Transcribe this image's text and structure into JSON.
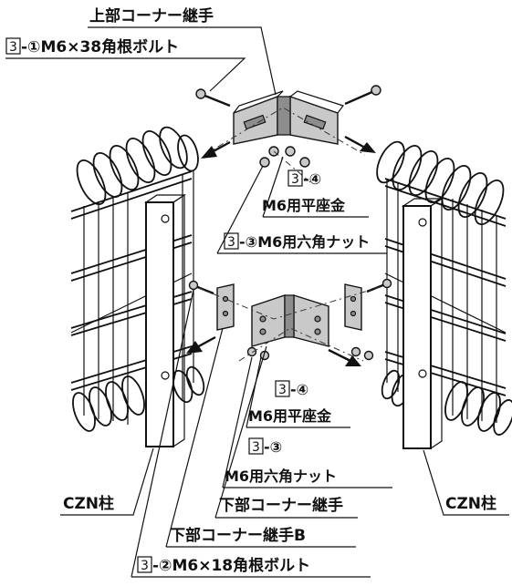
{
  "labels": {
    "upper_corner_joint": "上部コーナー継手",
    "bolt_38": {
      "num": "3",
      "text": "-①M6×38角根ボルト"
    },
    "washer_top": {
      "num": "3",
      "step": "-④",
      "text": "M6用平座金"
    },
    "nut_top": {
      "num": "3",
      "text": "-③M6用六角ナット"
    },
    "washer_bottom": {
      "num": "3",
      "step": "-④",
      "text": "M6用平座金"
    },
    "nut_bottom": {
      "num": "3",
      "step": "-③",
      "text": "M6用六角ナット"
    },
    "lower_corner_joint": "下部コーナー継手",
    "lower_corner_joint_b": "下部コーナー継手B",
    "bolt_18": {
      "num": "3",
      "text": "-②M6×18角根ボルト"
    },
    "czn_left": "CZN柱",
    "czn_right": "CZN柱"
  }
}
